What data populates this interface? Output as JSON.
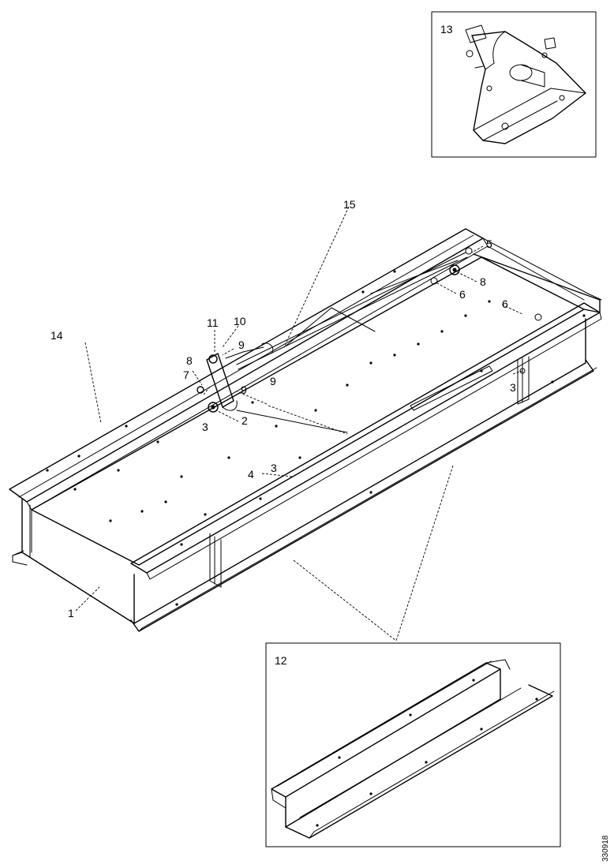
{
  "callouts": {
    "c1": "1",
    "c2": "2",
    "c3a": "3",
    "c3b": "3",
    "c3c": "3",
    "c4": "4",
    "c5": "5",
    "c6a": "6",
    "c6b": "6",
    "c7": "7",
    "c8a": "8",
    "c8b": "8",
    "c9a": "9",
    "c9b": "9",
    "c9c": "9",
    "c10": "10",
    "c11": "11",
    "c12": "12",
    "c13": "13",
    "c14": "14",
    "c15": "15"
  },
  "figure_id": "330918"
}
